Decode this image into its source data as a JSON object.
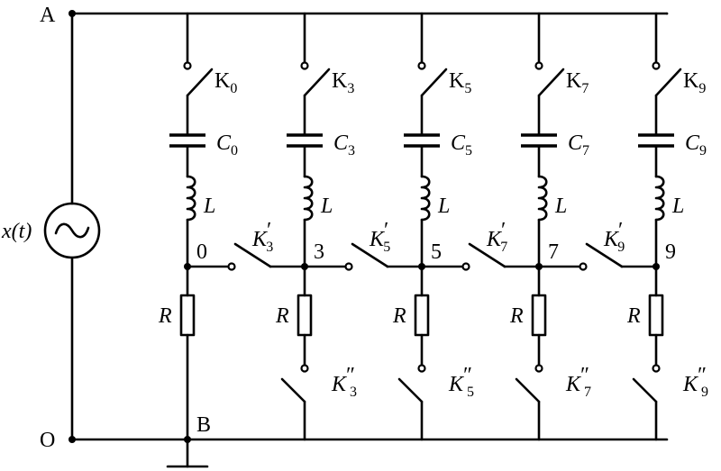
{
  "nodes": {
    "top": "A",
    "bottom_left": "O",
    "ground": "B"
  },
  "source": {
    "label": "x(t)",
    "symbol": "~"
  },
  "branches": [
    {
      "switch_main": "K0",
      "switch_main_base": "K",
      "switch_main_sub": "0",
      "capacitor_base": "C",
      "capacitor_sub": "0",
      "inductor": "L",
      "resistor": "R",
      "node": "0",
      "switch_series": null,
      "switch_bottom": null
    },
    {
      "switch_main": "K3",
      "switch_main_base": "K",
      "switch_main_sub": "3",
      "capacitor_base": "C",
      "capacitor_sub": "3",
      "inductor": "L",
      "resistor": "R",
      "node": "3",
      "switch_series": "K3′",
      "switch_series_base": "K",
      "switch_series_sub": "3",
      "switch_series_mark": "′",
      "switch_bottom": "K3″",
      "switch_bottom_base": "K",
      "switch_bottom_sub": "3",
      "switch_bottom_mark": "″"
    },
    {
      "switch_main": "K5",
      "switch_main_base": "K",
      "switch_main_sub": "5",
      "capacitor_base": "C",
      "capacitor_sub": "5",
      "inductor": "L",
      "resistor": "R",
      "node": "5",
      "switch_series": "K5′",
      "switch_series_base": "K",
      "switch_series_sub": "5",
      "switch_series_mark": "′",
      "switch_bottom": "K5″",
      "switch_bottom_base": "K",
      "switch_bottom_sub": "5",
      "switch_bottom_mark": "″"
    },
    {
      "switch_main": "K7",
      "switch_main_base": "K",
      "switch_main_sub": "7",
      "capacitor_base": "C",
      "capacitor_sub": "7",
      "inductor": "L",
      "resistor": "R",
      "node": "7",
      "switch_series": "K7′",
      "switch_series_base": "K",
      "switch_series_sub": "7",
      "switch_series_mark": "′",
      "switch_bottom": "K7″",
      "switch_bottom_base": "K",
      "switch_bottom_sub": "7",
      "switch_bottom_mark": "″"
    },
    {
      "switch_main": "K9",
      "switch_main_base": "K",
      "switch_main_sub": "9",
      "capacitor_base": "C",
      "capacitor_sub": "9",
      "inductor": "L",
      "resistor": "R",
      "node": "9",
      "switch_series": "K9′",
      "switch_series_base": "K",
      "switch_series_sub": "9",
      "switch_series_mark": "′",
      "switch_bottom": "K9″",
      "switch_bottom_base": "K",
      "switch_bottom_sub": "9",
      "switch_bottom_mark": "″"
    }
  ]
}
